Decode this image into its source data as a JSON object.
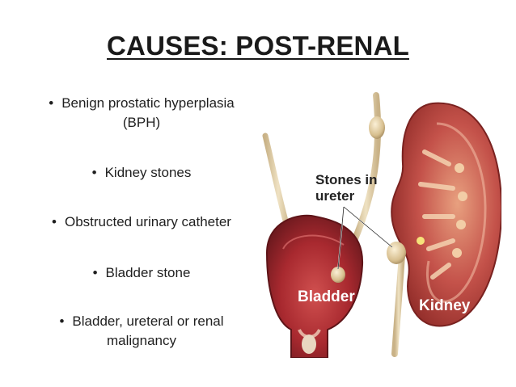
{
  "slide": {
    "title": "CAUSES: POST-RENAL",
    "bullets": [
      {
        "text_line1": "Benign prostatic hyperplasia",
        "text_line2": "(BPH)"
      },
      {
        "text_line1": "Kidney stones",
        "text_line2": ""
      },
      {
        "text_line1": "Obstructed urinary catheter",
        "text_line2": ""
      },
      {
        "text_line1": "Bladder stone",
        "text_line2": ""
      },
      {
        "text_line1": "Bladder, ureteral or renal",
        "text_line2": "malignancy"
      }
    ],
    "bullet_glyph": "•"
  },
  "illustration": {
    "labels": {
      "stones_line1": "Stones in",
      "stones_line2": "ureter",
      "bladder": "Bladder",
      "kidney": "Kidney"
    },
    "colors": {
      "kidney_outer": "#b83a35",
      "kidney_inner": "#d98a6e",
      "bladder": "#a8292f",
      "ureter": "#d9c7a6",
      "stone": "#e6d3a8",
      "label_bg": "#5a1717"
    }
  }
}
